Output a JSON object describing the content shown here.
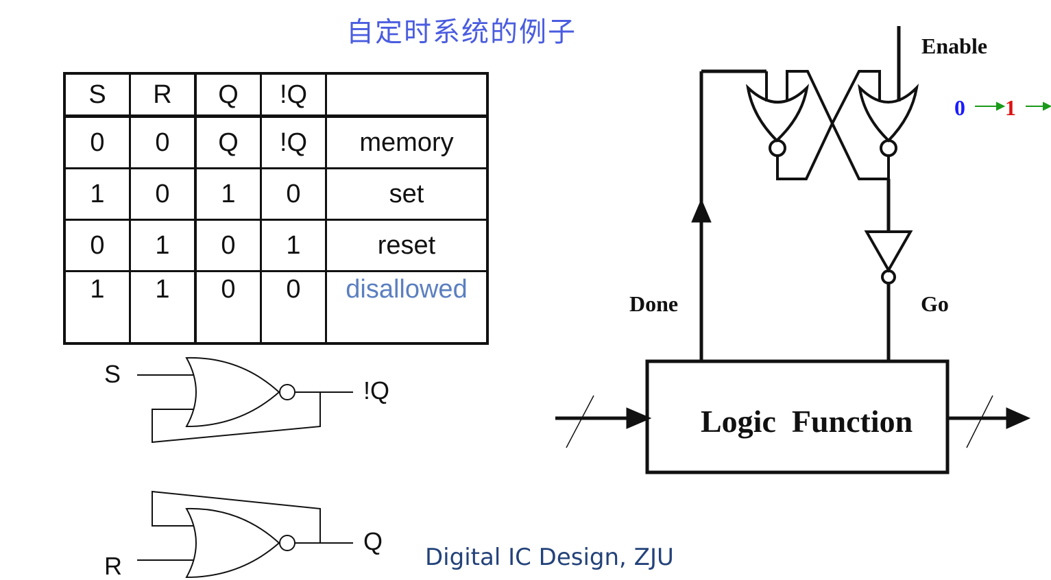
{
  "title": "自定时系统的例子",
  "truth_table": {
    "headers": [
      "S",
      "R",
      "Q",
      "!Q",
      ""
    ],
    "rows": [
      [
        "0",
        "0",
        "Q",
        "!Q",
        "memory"
      ],
      [
        "1",
        "0",
        "1",
        "0",
        "set"
      ],
      [
        "0",
        "1",
        "0",
        "1",
        "reset"
      ],
      [
        "1",
        "1",
        "0",
        "0",
        "disallowed"
      ]
    ]
  },
  "latch": {
    "input_s": "S",
    "input_r": "R",
    "output_nq": "!Q",
    "output_q": "Q"
  },
  "right_diagram": {
    "enable_label": "Enable",
    "transition_from": "0",
    "transition_to": "1",
    "done_label": "Done",
    "go_label": "Go",
    "block_label": "Logic  Function"
  },
  "footer": "Digital IC Design, ZJU",
  "colors": {
    "title": "#4a5ce0",
    "disallowed": "#5b7fc0",
    "transition_from": "#1a1aff",
    "transition_to": "#e01010",
    "arrow_green": "#1a9a1a",
    "footer": "#23427a"
  }
}
